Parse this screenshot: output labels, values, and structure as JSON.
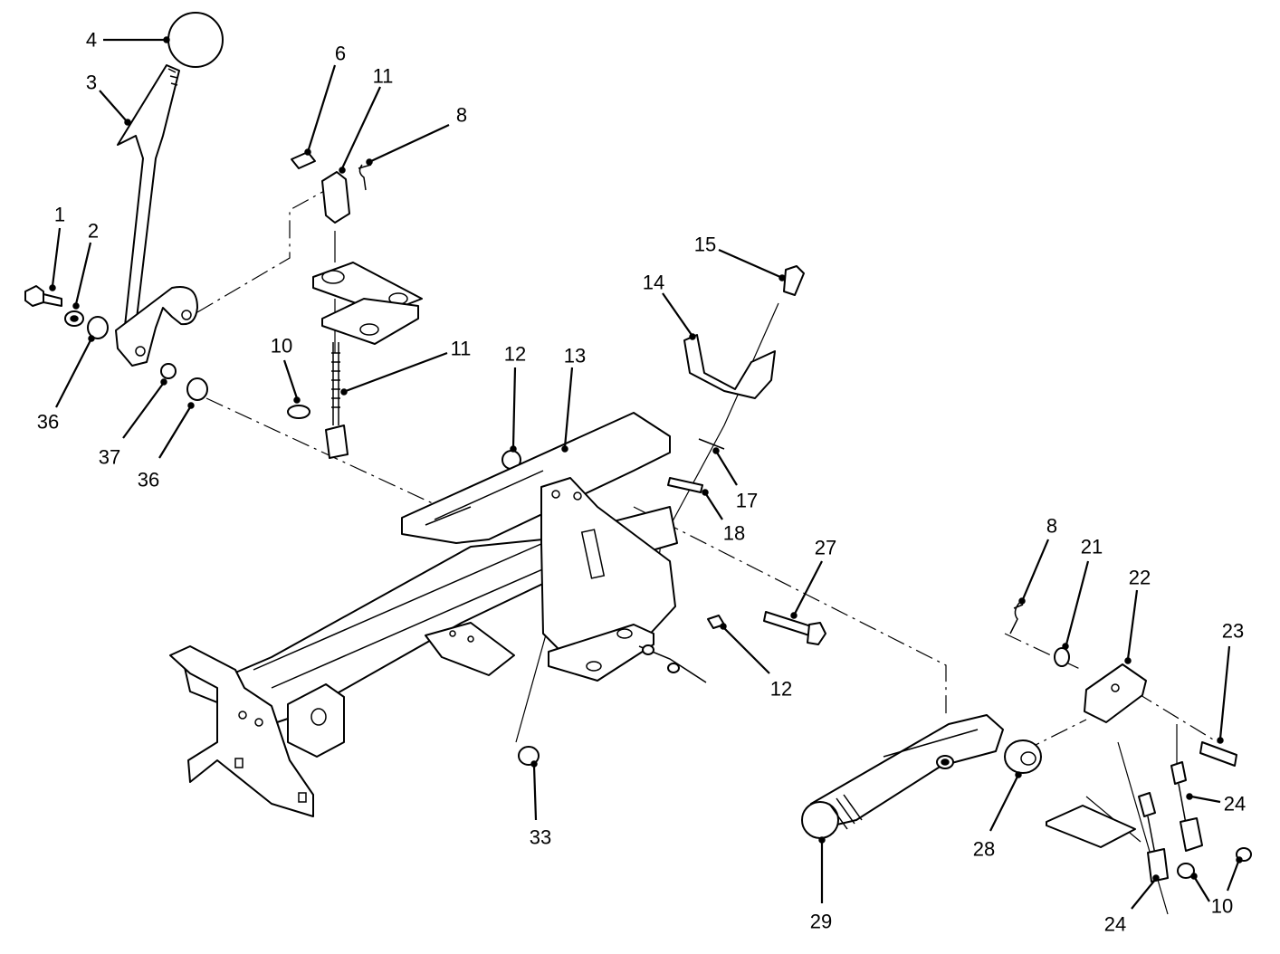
{
  "callouts": [
    {
      "id": "c4",
      "label": "4"
    },
    {
      "id": "c3",
      "label": "3"
    },
    {
      "id": "c6",
      "label": "6"
    },
    {
      "id": "c11a",
      "label": "11"
    },
    {
      "id": "c8a",
      "label": "8"
    },
    {
      "id": "c1",
      "label": "1"
    },
    {
      "id": "c2",
      "label": "2"
    },
    {
      "id": "c36a",
      "label": "36"
    },
    {
      "id": "c37",
      "label": "37"
    },
    {
      "id": "c36b",
      "label": "36"
    },
    {
      "id": "c10a",
      "label": "10"
    },
    {
      "id": "c11b",
      "label": "11"
    },
    {
      "id": "c12a",
      "label": "12"
    },
    {
      "id": "c13",
      "label": "13"
    },
    {
      "id": "c15",
      "label": "15"
    },
    {
      "id": "c14",
      "label": "14"
    },
    {
      "id": "c17",
      "label": "17"
    },
    {
      "id": "c18",
      "label": "18"
    },
    {
      "id": "c27",
      "label": "27"
    },
    {
      "id": "c12b",
      "label": "12"
    },
    {
      "id": "c33",
      "label": "33"
    },
    {
      "id": "c8b",
      "label": "8"
    },
    {
      "id": "c21",
      "label": "21"
    },
    {
      "id": "c22",
      "label": "22"
    },
    {
      "id": "c23",
      "label": "23"
    },
    {
      "id": "c24a",
      "label": "24"
    },
    {
      "id": "c28",
      "label": "28"
    },
    {
      "id": "c29",
      "label": "29"
    },
    {
      "id": "c24b",
      "label": "24"
    },
    {
      "id": "c10b",
      "label": "10"
    }
  ]
}
